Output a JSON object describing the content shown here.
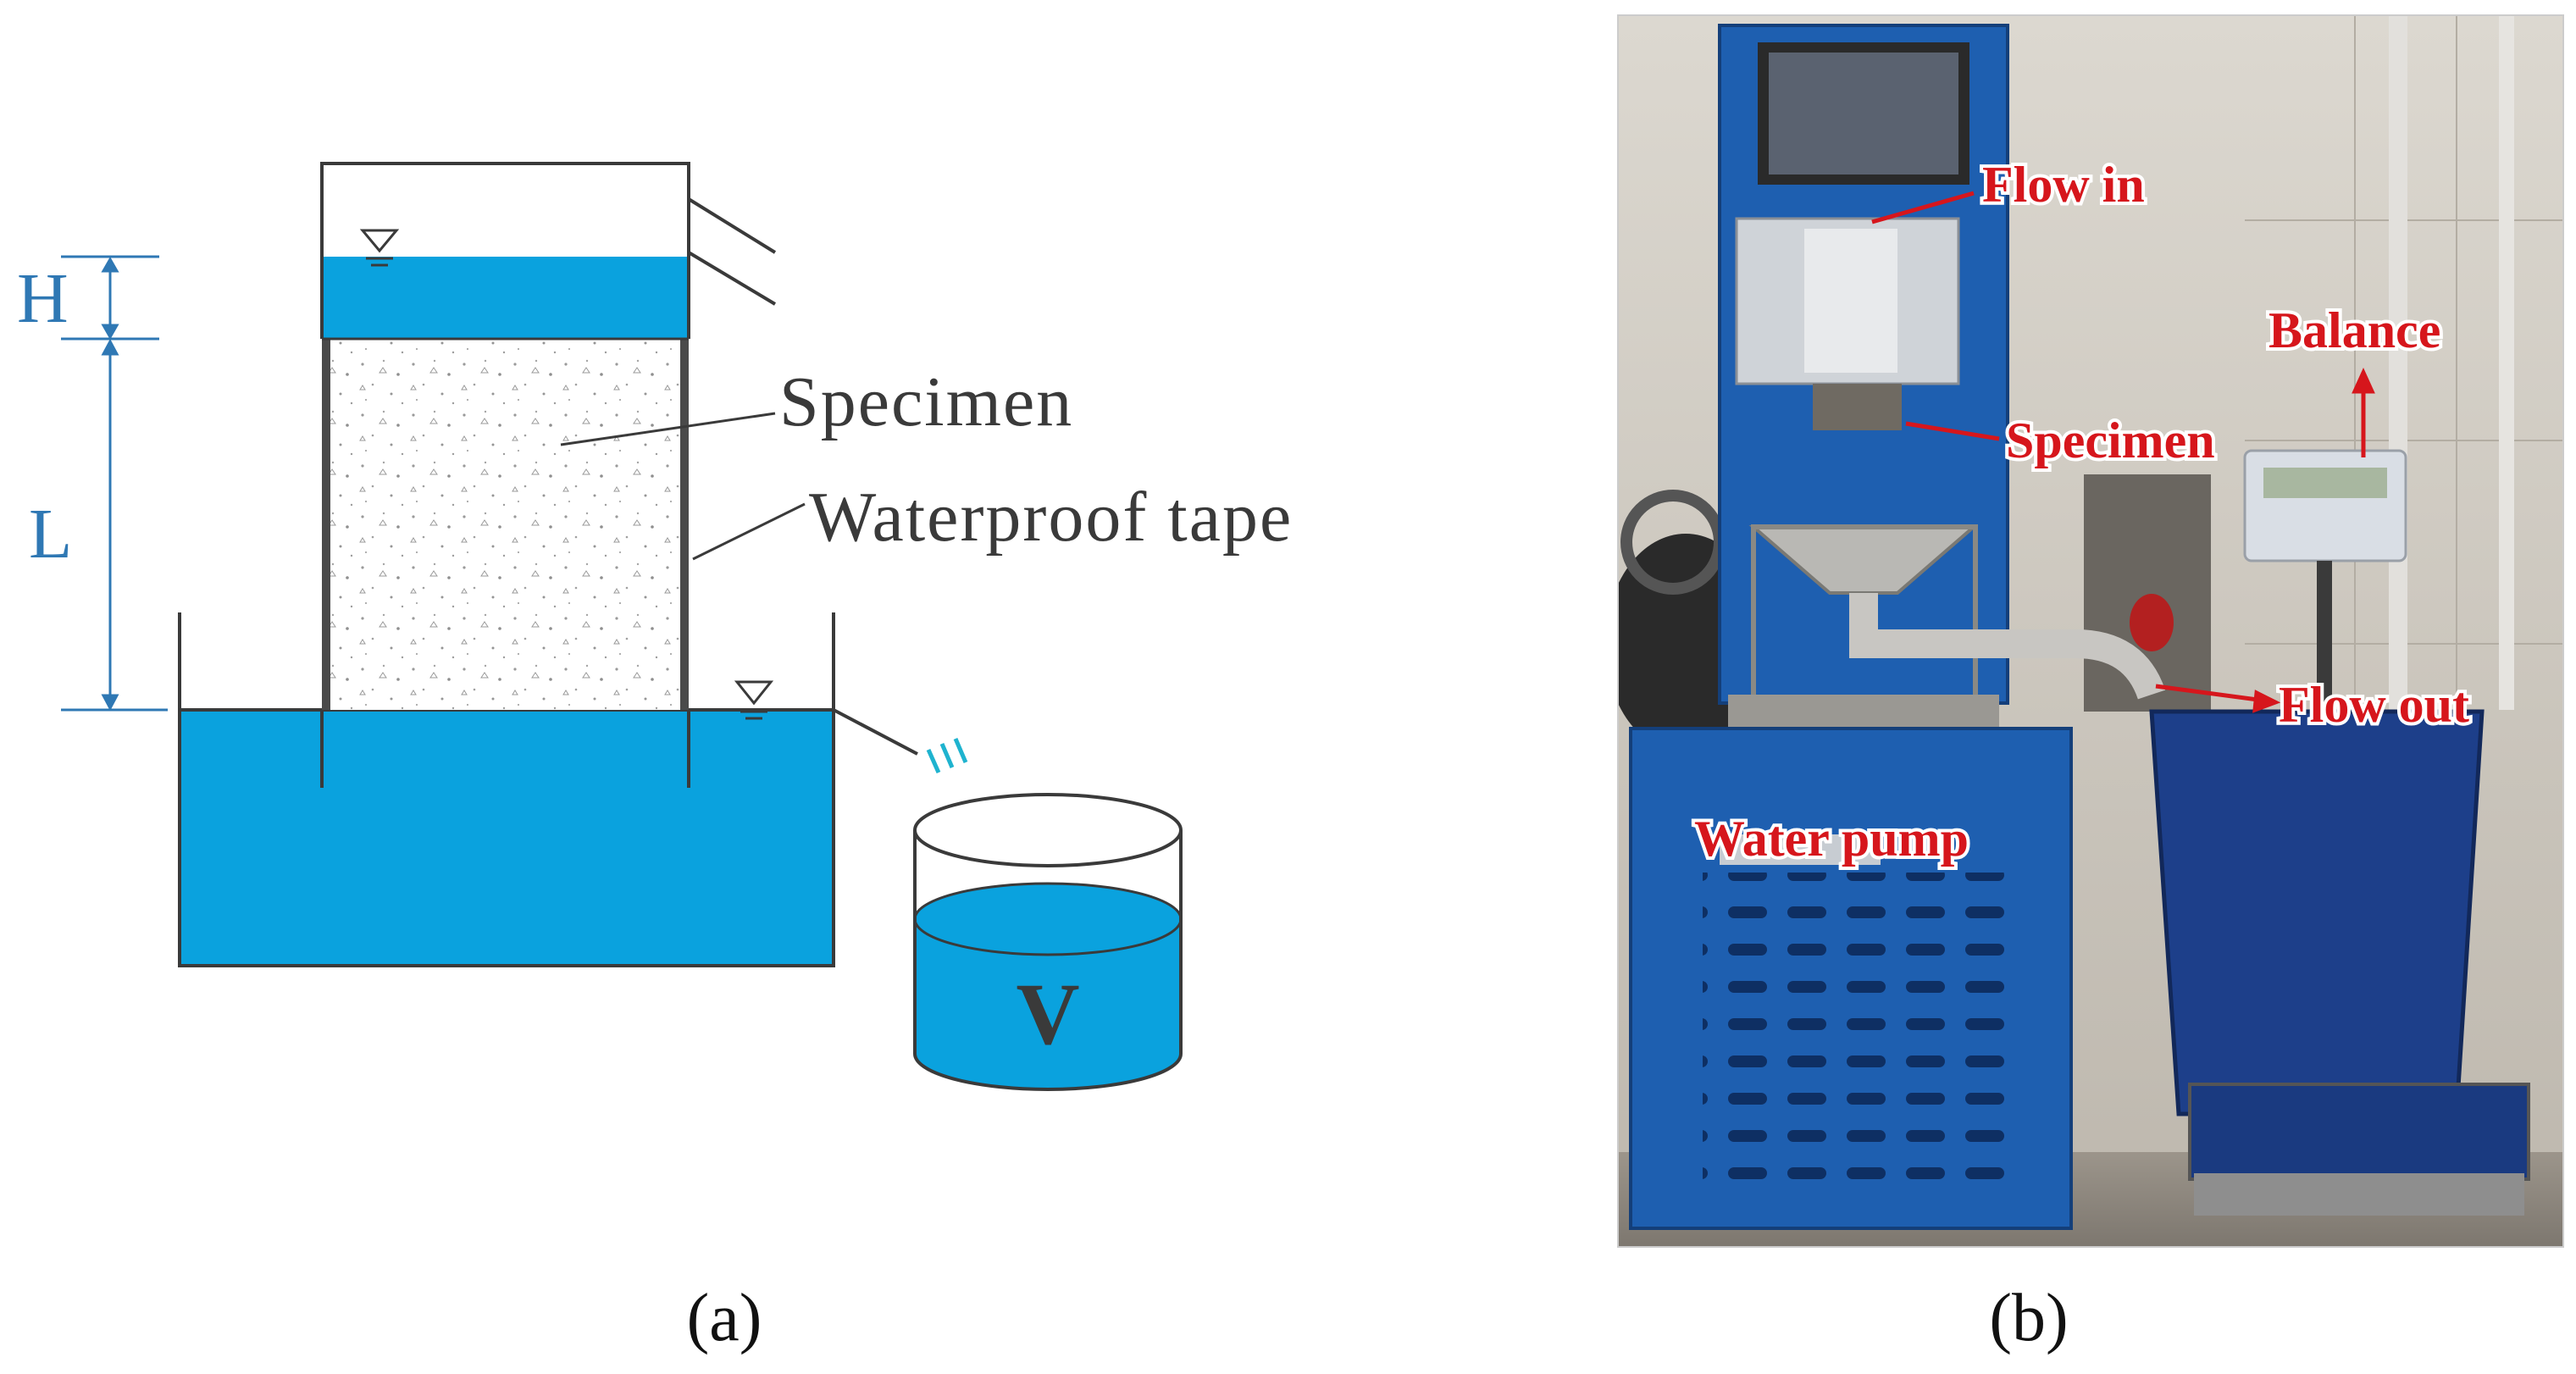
{
  "panel_a": {
    "dimension_labels": {
      "head": "H",
      "length": "L"
    },
    "callouts": {
      "specimen": "Specimen",
      "waterproof_tape": "Waterproof tape"
    },
    "container_label": "V",
    "caption": "(a)"
  },
  "panel_b": {
    "labels": {
      "flow_in": "Flow in",
      "balance": "Balance",
      "specimen": "Specimen",
      "flow_out": "Flow out",
      "water_pump": "Water pump"
    },
    "caption": "(b)"
  },
  "colors": {
    "water": "#0aa2de",
    "dimension": "#2f78b4",
    "outline": "#3a3a3a",
    "label_red": "#d6161c",
    "machine_blue": "#1e5fb0",
    "basket_blue": "#1d3f8a",
    "wall": "#cfcac2"
  }
}
